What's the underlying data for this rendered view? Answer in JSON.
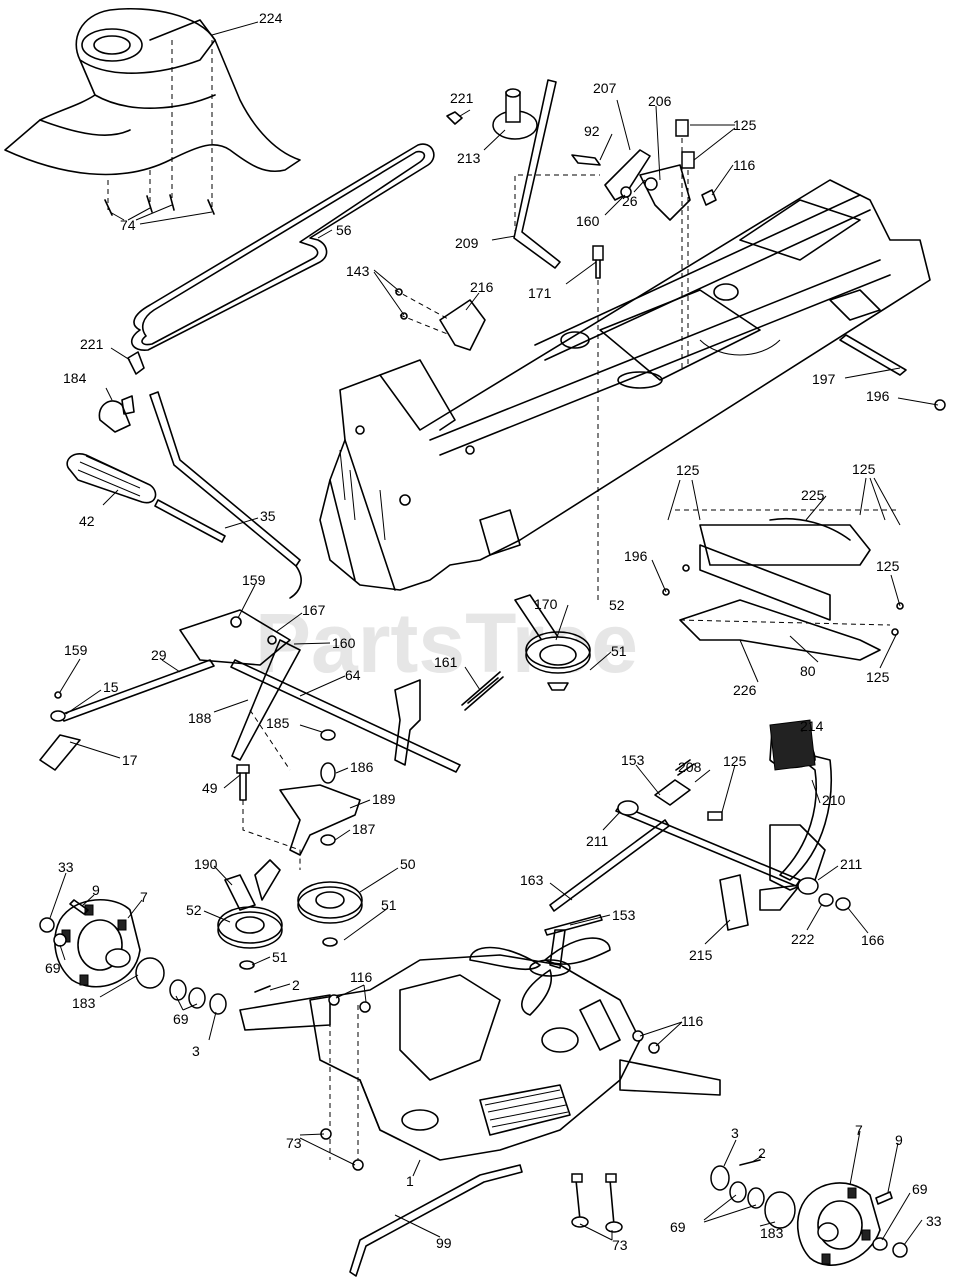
{
  "watermark": "PartsTree",
  "callouts": [
    {
      "id": "224",
      "text": "224"
    },
    {
      "id": "221a",
      "text": "221"
    },
    {
      "id": "213",
      "text": "213"
    },
    {
      "id": "207",
      "text": "207"
    },
    {
      "id": "206",
      "text": "206"
    },
    {
      "id": "125a",
      "text": "125"
    },
    {
      "id": "92",
      "text": "92"
    },
    {
      "id": "116a",
      "text": "116"
    },
    {
      "id": "160a",
      "text": "160"
    },
    {
      "id": "26",
      "text": "26"
    },
    {
      "id": "56",
      "text": "56"
    },
    {
      "id": "74",
      "text": "74"
    },
    {
      "id": "209",
      "text": "209"
    },
    {
      "id": "171",
      "text": "171"
    },
    {
      "id": "143",
      "text": "143"
    },
    {
      "id": "216",
      "text": "216"
    },
    {
      "id": "221b",
      "text": "221"
    },
    {
      "id": "184",
      "text": "184"
    },
    {
      "id": "197",
      "text": "197"
    },
    {
      "id": "196a",
      "text": "196"
    },
    {
      "id": "42",
      "text": "42"
    },
    {
      "id": "35",
      "text": "35"
    },
    {
      "id": "125b",
      "text": "125"
    },
    {
      "id": "225",
      "text": "225"
    },
    {
      "id": "125c",
      "text": "125"
    },
    {
      "id": "196b",
      "text": "196"
    },
    {
      "id": "125d",
      "text": "125"
    },
    {
      "id": "159a",
      "text": "159"
    },
    {
      "id": "167a",
      "text": "167"
    },
    {
      "id": "170",
      "text": "170"
    },
    {
      "id": "52a",
      "text": "52"
    },
    {
      "id": "160b",
      "text": "160"
    },
    {
      "id": "159b",
      "text": "159"
    },
    {
      "id": "29",
      "text": "29"
    },
    {
      "id": "161",
      "text": "161"
    },
    {
      "id": "51a",
      "text": "51"
    },
    {
      "id": "80",
      "text": "80"
    },
    {
      "id": "125e",
      "text": "125"
    },
    {
      "id": "15",
      "text": "15"
    },
    {
      "id": "64",
      "text": "64"
    },
    {
      "id": "226",
      "text": "226"
    },
    {
      "id": "188",
      "text": "188"
    },
    {
      "id": "17",
      "text": "17"
    },
    {
      "id": "185",
      "text": "185"
    },
    {
      "id": "214",
      "text": "214"
    },
    {
      "id": "153a",
      "text": "153"
    },
    {
      "id": "208",
      "text": "208"
    },
    {
      "id": "125f",
      "text": "125"
    },
    {
      "id": "186",
      "text": "186"
    },
    {
      "id": "49",
      "text": "49"
    },
    {
      "id": "189",
      "text": "189"
    },
    {
      "id": "210",
      "text": "210"
    },
    {
      "id": "187",
      "text": "187"
    },
    {
      "id": "211a",
      "text": "211"
    },
    {
      "id": "33a",
      "text": "33"
    },
    {
      "id": "50",
      "text": "50"
    },
    {
      "id": "211b",
      "text": "211"
    },
    {
      "id": "190",
      "text": "190"
    },
    {
      "id": "9a",
      "text": "9"
    },
    {
      "id": "7a",
      "text": "7"
    },
    {
      "id": "163",
      "text": "163"
    },
    {
      "id": "52b",
      "text": "52"
    },
    {
      "id": "51b",
      "text": "51"
    },
    {
      "id": "153b",
      "text": "153"
    },
    {
      "id": "222",
      "text": "222"
    },
    {
      "id": "166",
      "text": "166"
    },
    {
      "id": "69a",
      "text": "69"
    },
    {
      "id": "51c",
      "text": "51"
    },
    {
      "id": "215",
      "text": "215"
    },
    {
      "id": "116b",
      "text": "116"
    },
    {
      "id": "2a",
      "text": "2"
    },
    {
      "id": "183a",
      "text": "183"
    },
    {
      "id": "69b",
      "text": "69"
    },
    {
      "id": "116c",
      "text": "116"
    },
    {
      "id": "3a",
      "text": "3"
    },
    {
      "id": "73a",
      "text": "73"
    },
    {
      "id": "3b",
      "text": "3"
    },
    {
      "id": "7b",
      "text": "7"
    },
    {
      "id": "2b",
      "text": "2"
    },
    {
      "id": "9b",
      "text": "9"
    },
    {
      "id": "1",
      "text": "1"
    },
    {
      "id": "69c",
      "text": "69"
    },
    {
      "id": "33b",
      "text": "33"
    },
    {
      "id": "69d",
      "text": "69"
    },
    {
      "id": "183b",
      "text": "183"
    },
    {
      "id": "73b",
      "text": "73"
    },
    {
      "id": "99",
      "text": "99"
    }
  ]
}
